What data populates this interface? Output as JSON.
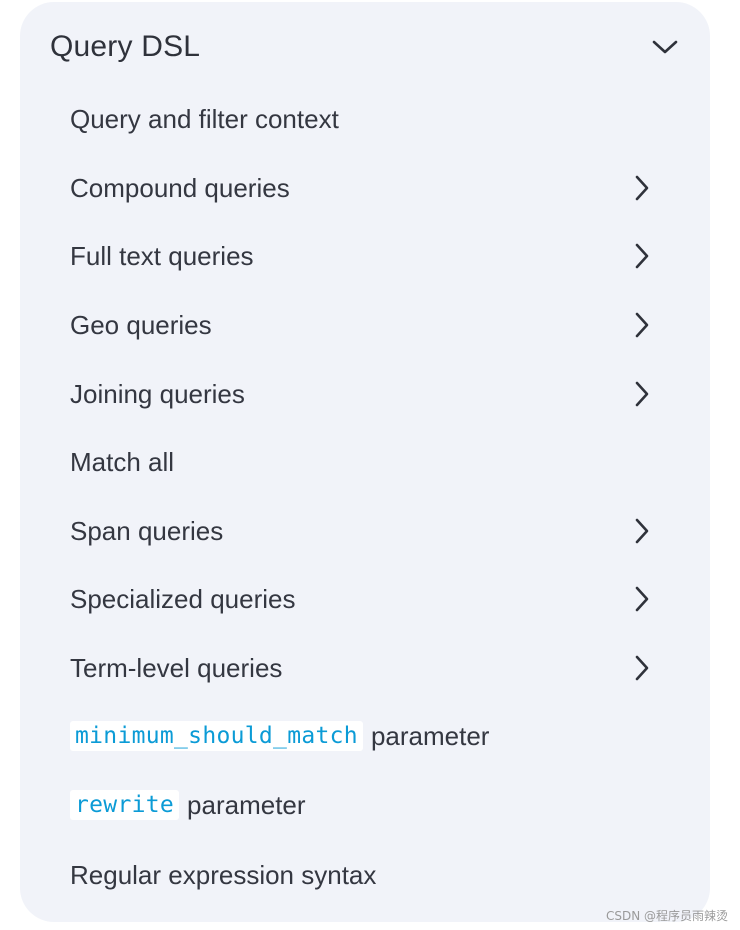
{
  "nav": {
    "section_title": "Query DSL",
    "items": [
      {
        "label": "Query and filter context",
        "has_children": false
      },
      {
        "label": "Compound queries",
        "has_children": true
      },
      {
        "label": "Full text queries",
        "has_children": true
      },
      {
        "label": "Geo queries",
        "has_children": true
      },
      {
        "label": "Joining queries",
        "has_children": true
      },
      {
        "label": "Match all",
        "has_children": false
      },
      {
        "label": "Span queries",
        "has_children": true
      },
      {
        "label": "Specialized queries",
        "has_children": true
      },
      {
        "label": "Term-level queries",
        "has_children": true
      },
      {
        "code": "minimum_should_match",
        "label": "parameter",
        "has_children": false
      },
      {
        "code": "rewrite",
        "label": "parameter",
        "has_children": false
      },
      {
        "label": "Regular expression syntax",
        "has_children": false
      }
    ]
  },
  "icons": {
    "expand": "chevron-down-icon",
    "submenu": "chevron-right-icon"
  },
  "colors": {
    "panel_bg": "#f1f3f9",
    "text": "#343741",
    "code_text": "#0b9bd6"
  },
  "watermark": "CSDN @程序员雨辣烫"
}
